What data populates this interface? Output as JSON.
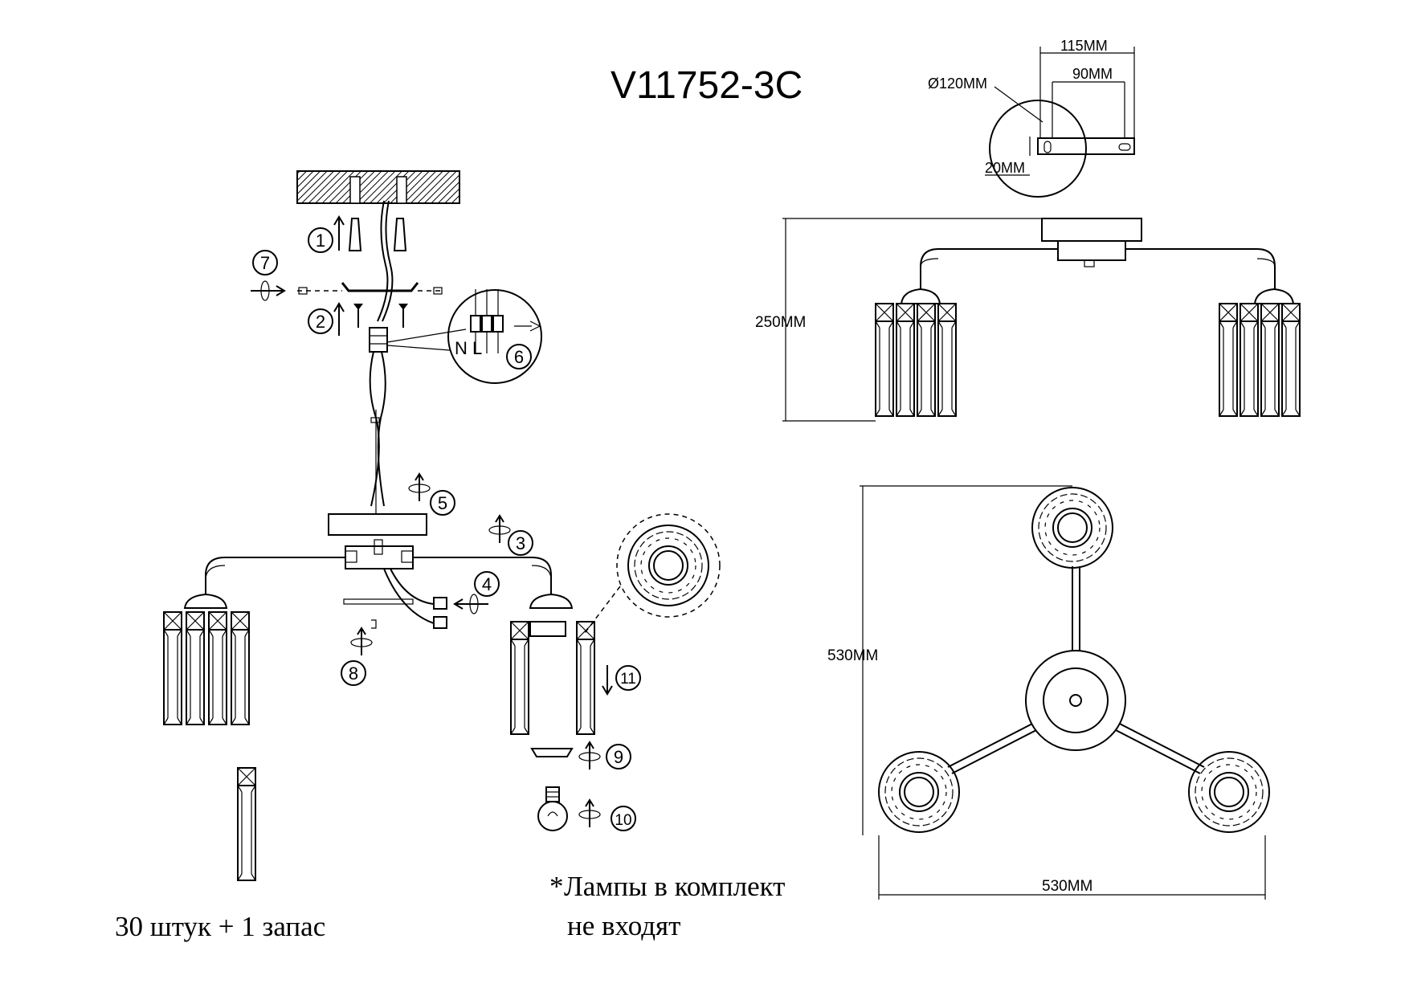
{
  "model": "V11752-3C",
  "canopy_dims": {
    "width": "115MM",
    "hole_spacing": "90MM",
    "diameter": "Ø120MM",
    "height": "20MM"
  },
  "side_view": {
    "height": "250MM"
  },
  "top_view": {
    "depth": "530MM",
    "width": "530MM"
  },
  "steps": [
    "1",
    "2",
    "3",
    "4",
    "5",
    "6",
    "7",
    "8",
    "9",
    "10",
    "11"
  ],
  "wiring_labels": {
    "neutral": "N",
    "live": "L"
  },
  "crystal_note": "30 штук + 1 запас",
  "bulb_note": {
    "star": "*",
    "line1": "Лампы в комплект",
    "line2": "не входят"
  }
}
